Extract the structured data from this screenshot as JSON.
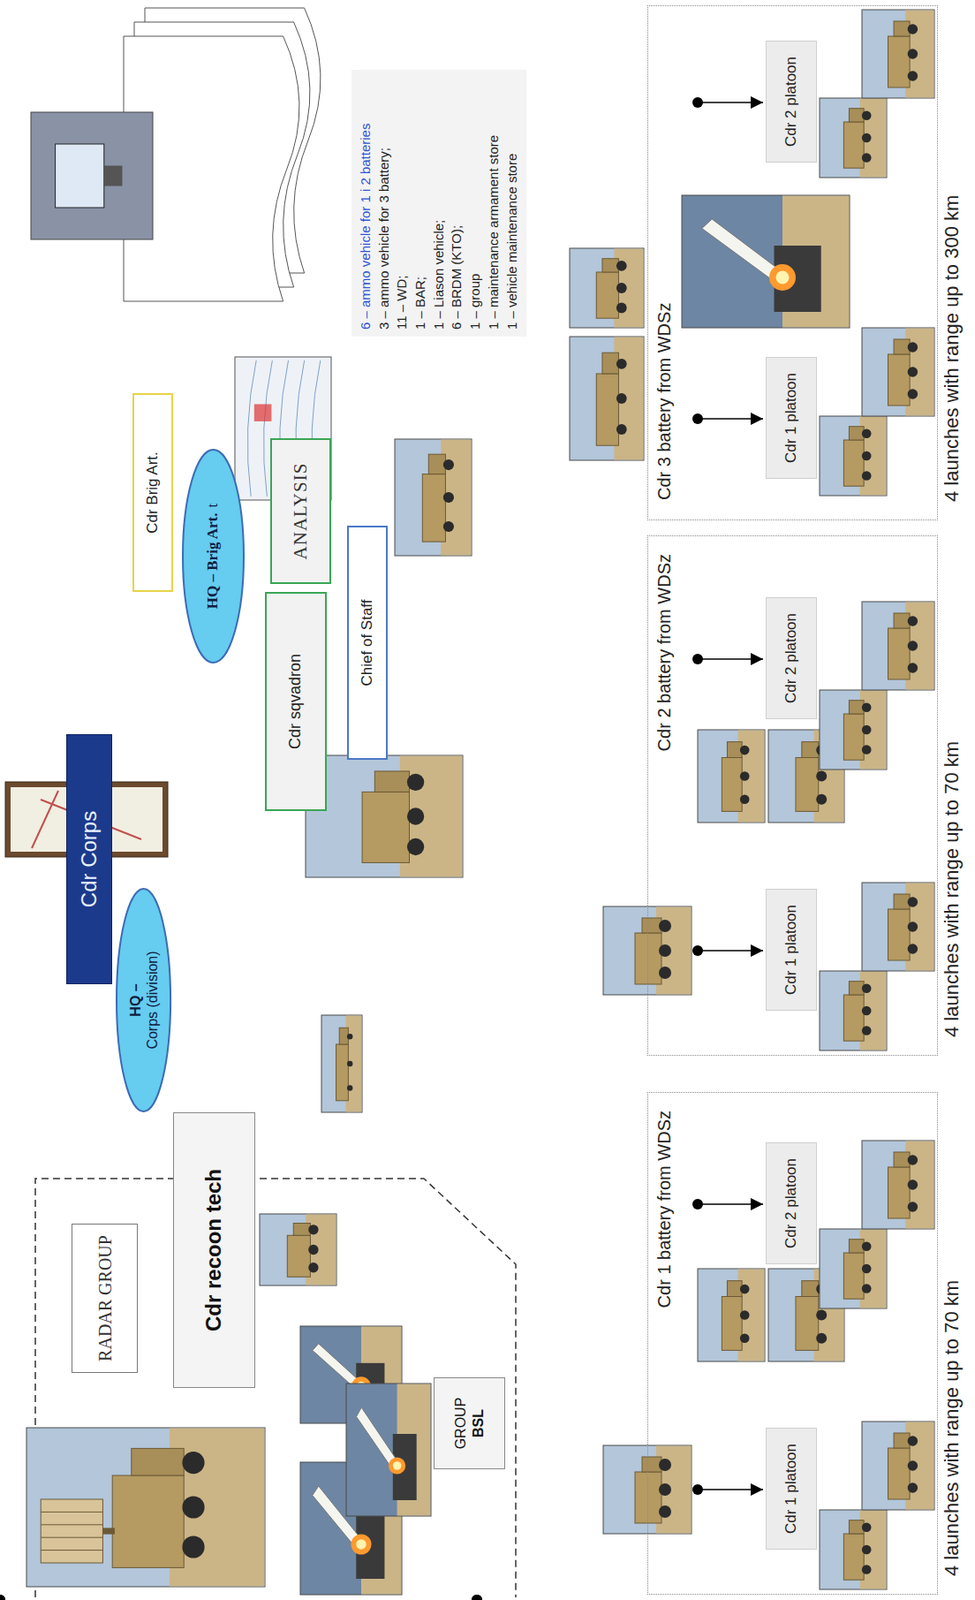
{
  "diagram": {
    "nodes": [
      {
        "text": [
          "RADAR GROUP"
        ]
      },
      {
        "text": [
          "Cdr recoon tech"
        ]
      },
      {
        "text": [
          "GROUP",
          "BSL"
        ]
      },
      {
        "text": [
          "Cdr Corps"
        ]
      },
      {
        "text": [
          "HQ –",
          "Corps (division)"
        ]
      },
      {
        "text": [
          "Cdr Brig Art."
        ]
      },
      {
        "text": [
          "HQ – Brig Art.",
          "t"
        ]
      },
      {
        "text": [
          "Cdr sqvadron"
        ]
      },
      {
        "text": [
          "ANALYSIS"
        ]
      },
      {
        "text": [
          "Chief of Staff"
        ]
      },
      {
        "text": [
          "Cdr 1 battery from WDSz",
          "4 launches with range up to 70 km"
        ]
      },
      {
        "text": [
          "Cdr 1 platoon"
        ],
        "in": 10
      },
      {
        "text": [
          "Cdr 2 platoon"
        ],
        "in": 10
      },
      {
        "text": [
          "Cdr 2 battery from WDSz",
          "4 launches with range up to 70 km"
        ]
      },
      {
        "text": [
          "Cdr 1 platoon"
        ],
        "in": 13
      },
      {
        "text": [
          "Cdr 2 platoon"
        ],
        "in": 13
      },
      {
        "text": [
          "Cdr 3 battery from WDSz",
          "4 launches with range up to 300 km"
        ]
      },
      {
        "text": [
          "Cdr 1 platoon"
        ],
        "in": 16
      },
      {
        "text": [
          "Cdr 2 platoon"
        ],
        "in": 16
      }
    ],
    "edges": [
      {
        "from": 3,
        "to": 5,
        "arrow": "to"
      },
      {
        "from": 6,
        "to": 7,
        "arrow": "to"
      },
      {
        "from": 7,
        "to": 9,
        "arrow": "to"
      },
      {
        "from": 7,
        "to": 10,
        "arrow": "to"
      },
      {
        "from": 7,
        "to": 13,
        "arrow": "to"
      },
      {
        "from": 7,
        "to": 16,
        "arrow": "to"
      }
    ],
    "labels": [
      "6 – ammo vehicle for 1 i 2 batteries",
      "3 – ammo vehicle for 3 battery;",
      "11 – WD;",
      "1 – BAR;",
      "1 – Liason vehicle;",
      "6 – BRDM (KTO);",
      "1 – group",
      "1 – maintenance armament store",
      "1 – vehicle maintenance store"
    ]
  }
}
